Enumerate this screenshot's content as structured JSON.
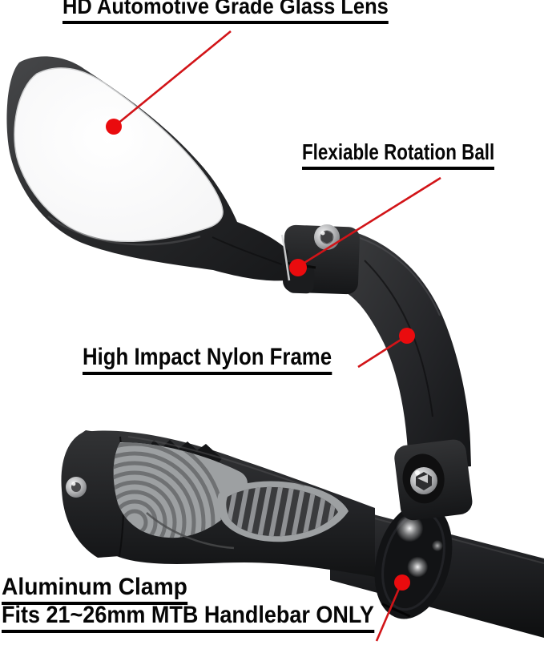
{
  "image_type": "annotated product diagram",
  "subject": "bike handlebar rearview mirror",
  "colors": {
    "background": "#ffffff",
    "annotation_red": "#d21418",
    "annotation_dot_red": "#ea0b0e",
    "label_text": "#060606",
    "frame_black": "#232426",
    "grip_gray": "#9da0a2",
    "screw_silver": "#c0c1c3"
  },
  "annotations": [
    {
      "id": "lens",
      "label": "HD Automotive Grade Glass Lens",
      "target": "mirror-lens"
    },
    {
      "id": "ball",
      "label": "Flexiable Rotation Ball",
      "target": "rotation-ball-joint"
    },
    {
      "id": "frame",
      "label": "High Impact Nylon Frame",
      "target": "mirror-arm"
    },
    {
      "id": "clamp",
      "label": "Aluminum Clamp",
      "target": "aluminum-clamp-ring"
    },
    {
      "id": "clamp_fit",
      "label": "Fits 21~26mm MTB Handlebar ONLY",
      "target": "aluminum-clamp-ring"
    }
  ]
}
